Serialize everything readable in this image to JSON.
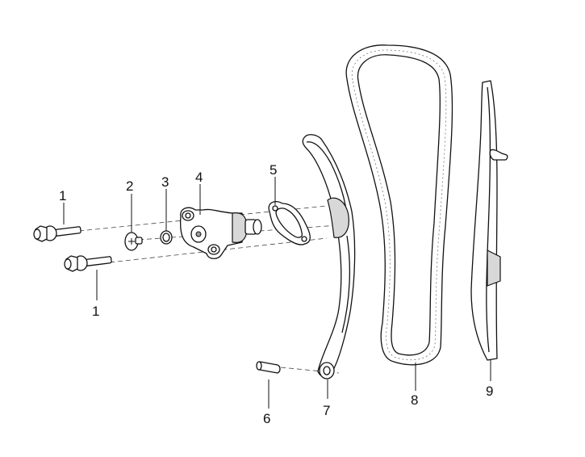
{
  "callouts": {
    "c1a": "1",
    "c1b": "1",
    "c2": "2",
    "c3": "3",
    "c4": "4",
    "c5": "5",
    "c6": "6",
    "c7": "7",
    "c8": "8",
    "c9": "9"
  },
  "colors": {
    "line": "#111111",
    "shade": "#d8d8d8",
    "background": "#ffffff"
  }
}
